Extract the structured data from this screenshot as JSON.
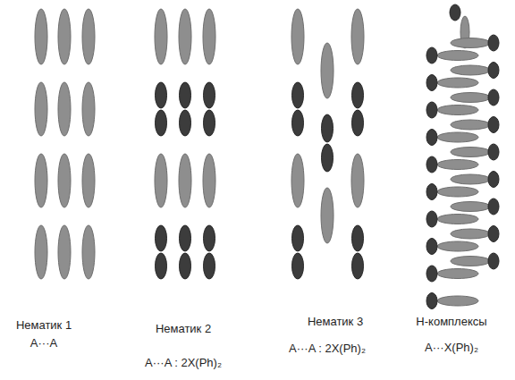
{
  "diagram": {
    "labels": [
      "Нематик 1",
      "A···A",
      "Нематик 2",
      "A···A : 2X(Ph)₂",
      "Нематик 3",
      "A···A : 2X(Ph)₂",
      "Н-комплексы",
      "A···X(Ph)₂"
    ]
  }
}
